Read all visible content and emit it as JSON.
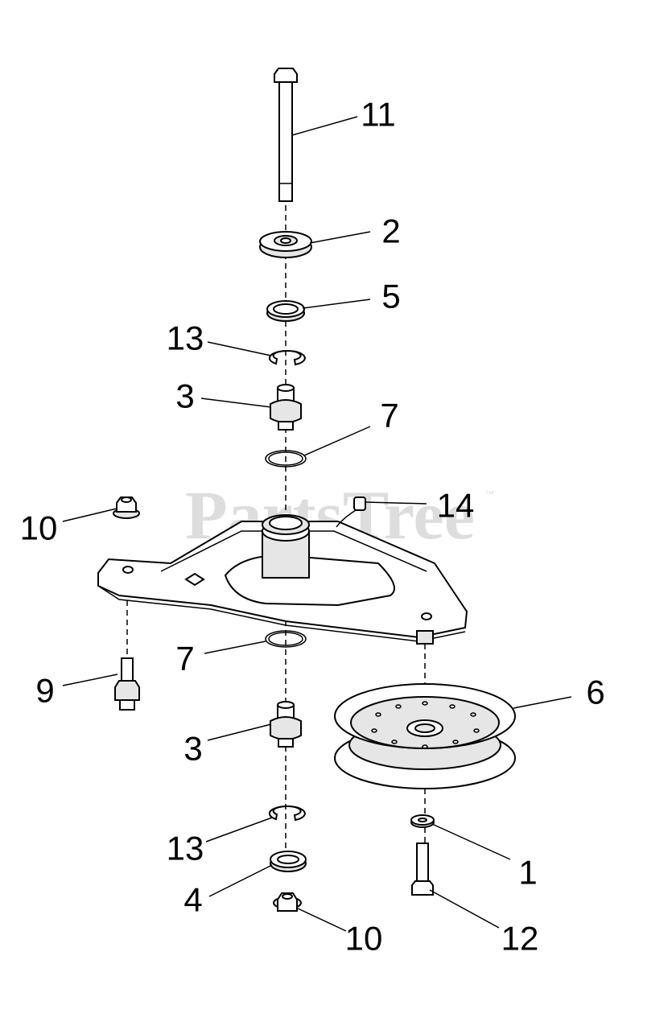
{
  "watermark": {
    "text": "PartsTree",
    "trademark": "™"
  },
  "callouts": [
    {
      "id": "11",
      "label": "11"
    },
    {
      "id": "2",
      "label": "2"
    },
    {
      "id": "5",
      "label": "5"
    },
    {
      "id": "13a",
      "label": "13"
    },
    {
      "id": "3a",
      "label": "3"
    },
    {
      "id": "7a",
      "label": "7"
    },
    {
      "id": "14",
      "label": "14"
    },
    {
      "id": "10a",
      "label": "10"
    },
    {
      "id": "7b",
      "label": "7"
    },
    {
      "id": "9",
      "label": "9"
    },
    {
      "id": "6",
      "label": "6"
    },
    {
      "id": "3b",
      "label": "3"
    },
    {
      "id": "13b",
      "label": "13"
    },
    {
      "id": "1",
      "label": "1"
    },
    {
      "id": "4",
      "label": "4"
    },
    {
      "id": "10b",
      "label": "10"
    },
    {
      "id": "12",
      "label": "12"
    }
  ]
}
